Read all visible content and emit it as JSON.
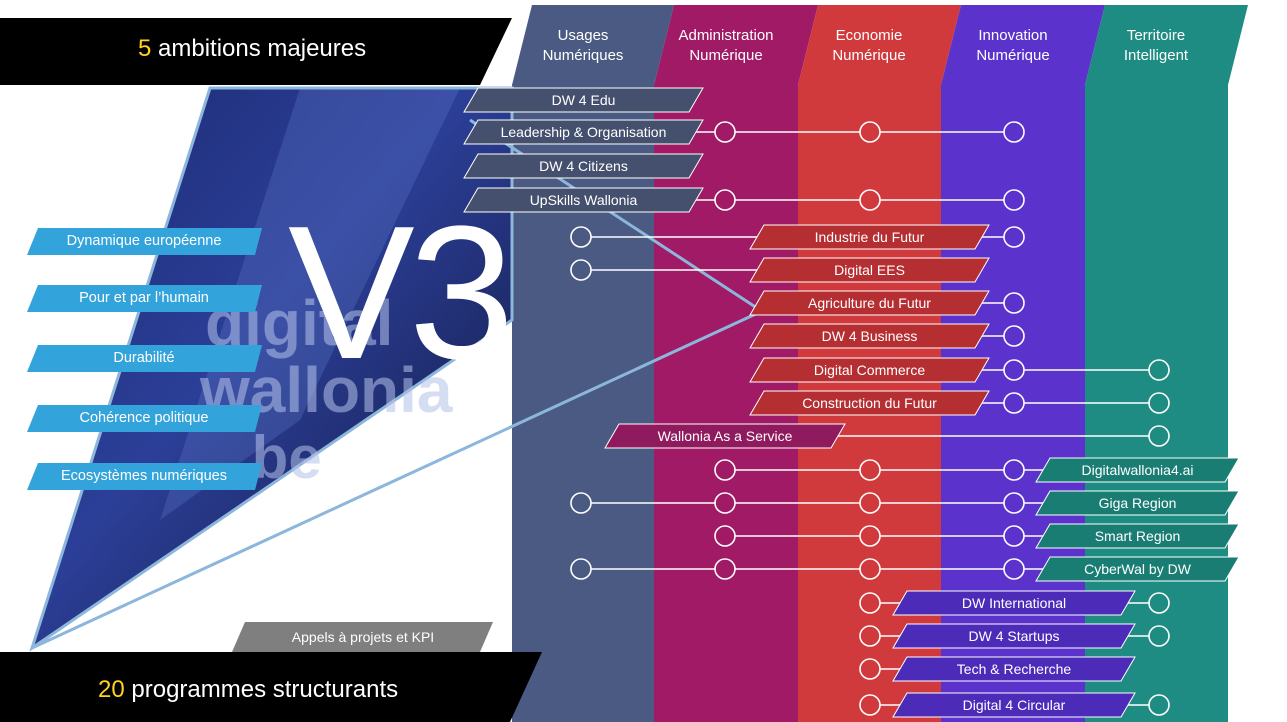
{
  "header": {
    "ambitions_count": "5",
    "ambitions_label": "ambitions majeures",
    "programmes_count": "20",
    "programmes_label": "programmes structurants",
    "version": "V3",
    "photo_sign_lines": [
      "digital",
      "wallonia",
      ".be"
    ]
  },
  "columns": [
    {
      "line1": "Usages",
      "line2": "Numériques",
      "color": "#4a5a82"
    },
    {
      "line1": "Administration",
      "line2": "Numérique",
      "color": "#a01a66"
    },
    {
      "line1": "Economie",
      "line2": "Numérique",
      "color": "#d03a3c"
    },
    {
      "line1": "Innovation",
      "line2": "Numérique",
      "color": "#5b32cc"
    },
    {
      "line1": "Territoire",
      "line2": "Intelligent",
      "color": "#1e8c82"
    }
  ],
  "ambitions": [
    "Dynamique européenne",
    "Pour et par l’humain",
    "Durabilité",
    "Cohérence politique",
    "Ecosystèmes numériques"
  ],
  "footer_tag": "Appels à projets et KPI",
  "programmes": [
    {
      "label": "DW 4 Edu",
      "group": 0,
      "circles": []
    },
    {
      "label": "Leadership & Organisation",
      "group": 0,
      "circles": [
        1,
        2,
        3
      ]
    },
    {
      "label": "DW 4 Citizens",
      "group": 0,
      "circles": []
    },
    {
      "label": "UpSkills Wallonia",
      "group": 0,
      "circles": [
        1,
        2,
        3
      ]
    },
    {
      "label": "Industrie du Futur",
      "group": 2,
      "circles": [
        0,
        3
      ]
    },
    {
      "label": "Digital EES",
      "group": 2,
      "circles": [
        0
      ]
    },
    {
      "label": "Agriculture du Futur",
      "group": 2,
      "circles": [
        3
      ]
    },
    {
      "label": "DW 4 Business",
      "group": 2,
      "circles": [
        3
      ]
    },
    {
      "label": "Digital Commerce",
      "group": 2,
      "circles": [
        3,
        4
      ]
    },
    {
      "label": "Construction du Futur",
      "group": 2,
      "circles": [
        3,
        4
      ]
    },
    {
      "label": "Wallonia As a Service",
      "group": 1,
      "circles": [
        4
      ]
    },
    {
      "label": "Digitalwallonia4.ai",
      "group": 4,
      "circles": [
        1,
        2,
        3
      ]
    },
    {
      "label": "Giga Region",
      "group": 4,
      "circles": [
        0,
        1,
        2,
        3
      ]
    },
    {
      "label": "Smart Region",
      "group": 4,
      "circles": [
        1,
        2,
        3
      ]
    },
    {
      "label": "CyberWal by DW",
      "group": 4,
      "circles": [
        0,
        1,
        2,
        3
      ]
    },
    {
      "label": "DW International",
      "group": 3,
      "circles": [
        2,
        4
      ]
    },
    {
      "label": "DW 4 Startups",
      "group": 3,
      "circles": [
        2,
        4
      ]
    },
    {
      "label": "Tech & Recherche",
      "group": 3,
      "circles": [
        2
      ]
    },
    {
      "label": "Digital 4 Circular",
      "group": 3,
      "circles": [
        2,
        4
      ]
    }
  ]
}
